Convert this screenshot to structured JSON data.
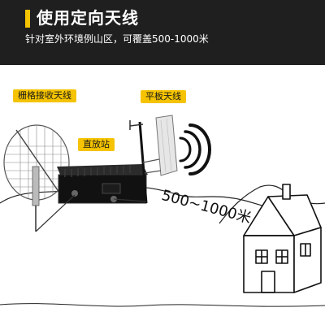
{
  "header": {
    "title": "使用定向天线",
    "subtitle": "针对室外环境例山区，可覆盖500-1000米"
  },
  "labels": {
    "grid_antenna": "栅格接收天线",
    "panel_antenna": "平板天线",
    "repeater": "直放站",
    "distance": "500~1000米"
  },
  "colors": {
    "header_bg": "#1f1f1f",
    "accent": "#f5c300",
    "text_dark": "#1a1a1a"
  }
}
